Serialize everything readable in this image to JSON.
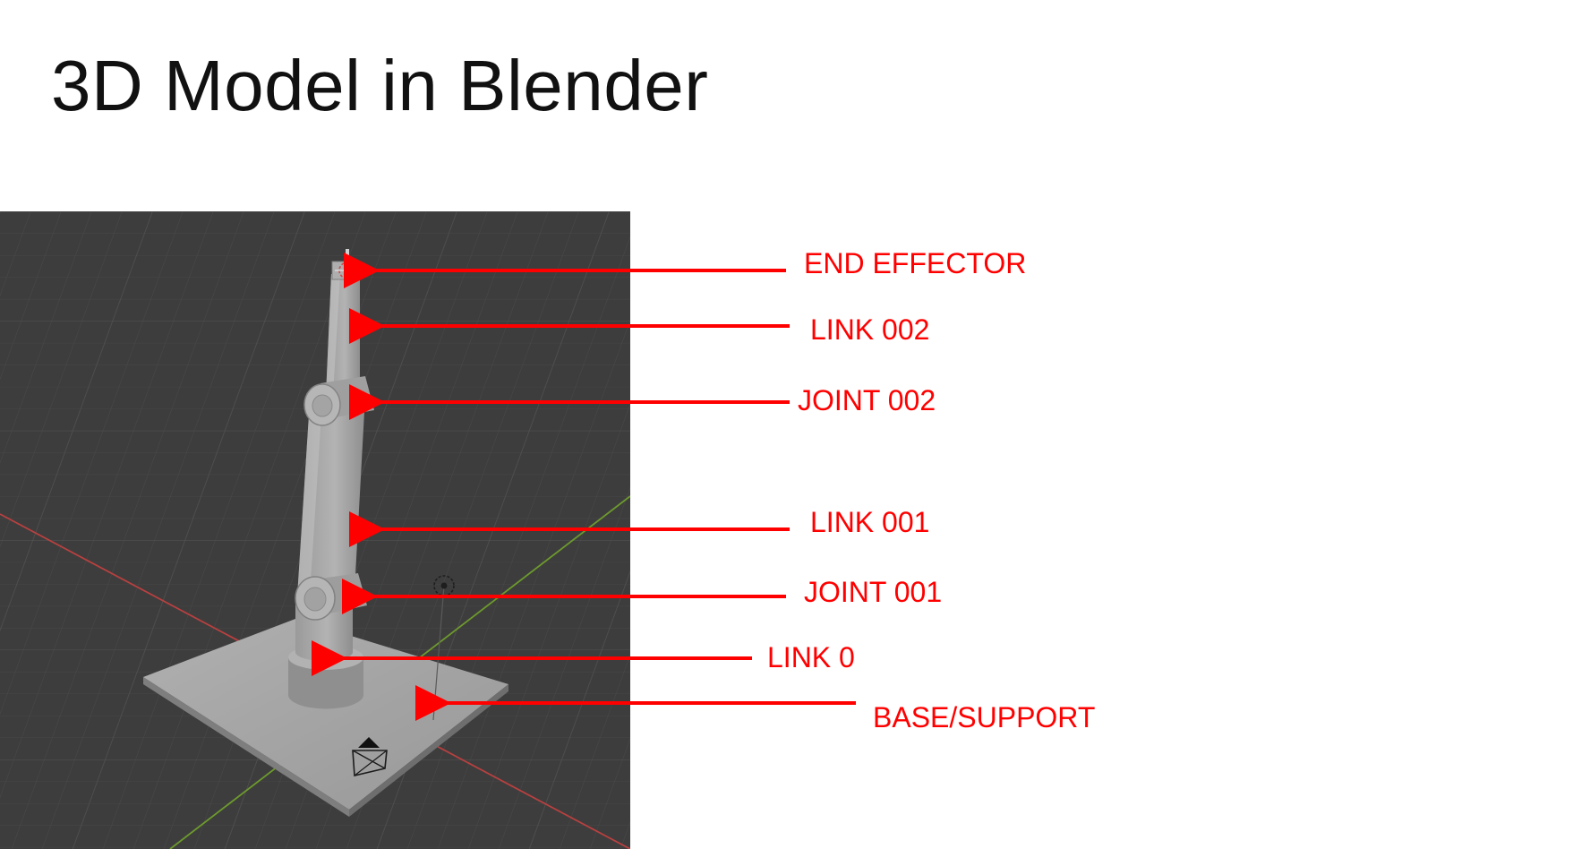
{
  "slide": {
    "title": "3D Model in Blender"
  },
  "colors": {
    "annotation": "#ff0000",
    "viewport_background": "#3d3d3d",
    "model_gray": "#a3a3a3",
    "x_axis": "#b84040",
    "y_axis": "#6d9a2d"
  },
  "labels": {
    "end_effector": "END EFFECTOR",
    "link_002": "LINK 002",
    "joint_002": "JOINT 002",
    "link_001": "LINK 001",
    "joint_001": "JOINT 001",
    "link_0": "LINK 0",
    "base_support": "BASE/SUPPORT"
  },
  "icons": [
    "light-icon",
    "camera-icon"
  ]
}
